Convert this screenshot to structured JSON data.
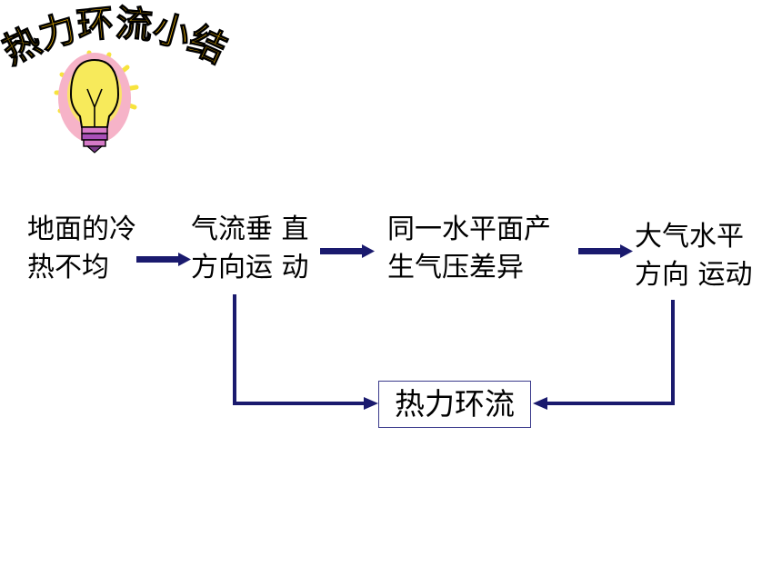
{
  "title": "热力环流小结",
  "steps": [
    {
      "line1": "地面的冷",
      "line2": "热不均"
    },
    {
      "line1": "气流垂 直",
      "line2": "方向运 动"
    },
    {
      "line1": "同一水平面产",
      "line2": "生气压差异"
    },
    {
      "line1": "大气水平",
      "line2": "方向 运动"
    }
  ],
  "result": "热力环流",
  "colors": {
    "arrow": "#1a1a6e",
    "title_fill": "#f2b705",
    "title_stroke": "#000000"
  }
}
